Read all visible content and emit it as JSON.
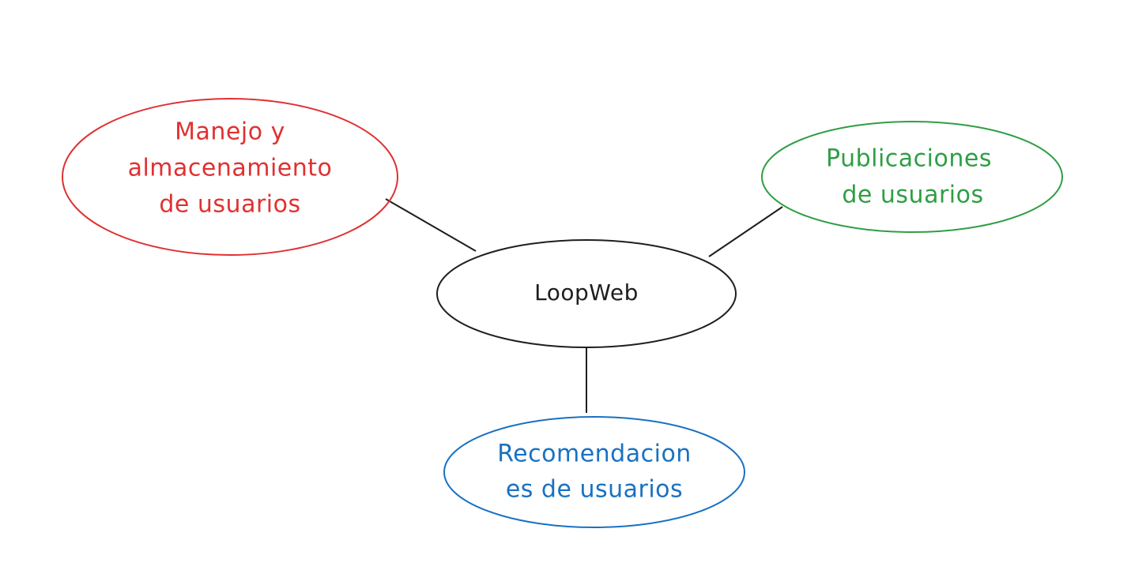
{
  "diagram": {
    "center": {
      "label": "LoopWeb",
      "color": "#1e1e1e"
    },
    "nodes": [
      {
        "id": "users",
        "lines": [
          "Manejo y",
          "almacenamiento",
          "de usuarios"
        ],
        "color": "#e03131"
      },
      {
        "id": "posts",
        "lines": [
          "Publicaciones",
          "de usuarios"
        ],
        "color": "#2f9e44"
      },
      {
        "id": "recommendations",
        "lines": [
          "Recomendacion",
          "es de usuarios"
        ],
        "color": "#1971c2"
      }
    ],
    "connector_color": "#1e1e1e"
  }
}
